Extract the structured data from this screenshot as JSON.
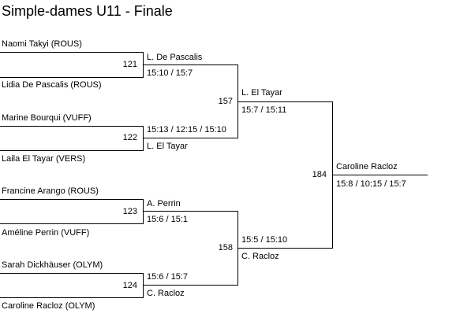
{
  "title": "Simple-dames U11 - Finale",
  "round1": [
    {
      "match": "121",
      "top": "Naomi Takyi (ROUS)",
      "bottom": "Lidia De Pascalis (ROUS)",
      "winner": "L. De Pascalis",
      "score": "15:10 / 15:7"
    },
    {
      "match": "122",
      "top": "Marine Bourqui (VUFF)",
      "bottom": "Laila El Tayar (VERS)",
      "winner": "L. El Tayar",
      "score": "15:13 / 12:15 / 15:10"
    },
    {
      "match": "123",
      "top": "Francine Arango (ROUS)",
      "bottom": "Améline Perrin (VUFF)",
      "winner": "A. Perrin",
      "score": "15:6 / 15:1"
    },
    {
      "match": "124",
      "top": "Sarah Dickhäuser (OLYM)",
      "bottom": "Caroline Racloz (OLYM)",
      "winner": "C. Racloz",
      "score": "15:6 / 15:7"
    }
  ],
  "round2": [
    {
      "match": "157",
      "winner": "L. El Tayar",
      "score": "15:7 / 15:11"
    },
    {
      "match": "158",
      "winner": "C. Racloz",
      "score": "15:5 / 15:10"
    }
  ],
  "final": {
    "match": "184",
    "winner": "Caroline Racloz",
    "score": "15:8 / 10:15 / 15:7"
  }
}
